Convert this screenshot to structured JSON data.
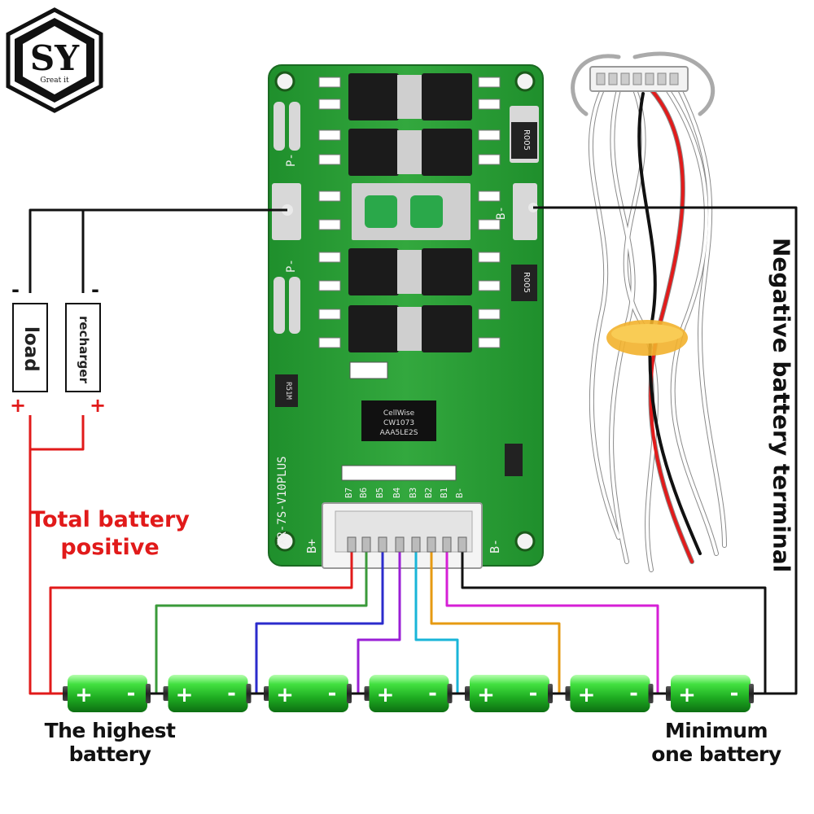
{
  "logo": {
    "monogram": "SY",
    "tagline": "Great it"
  },
  "labels": {
    "load": "load",
    "recharger": "recharger",
    "minus": "-",
    "plus": "+",
    "total_positive_line1": "Total battery",
    "total_positive_line2": "positive",
    "negative_terminal": "Negative battery terminal",
    "highest_line1": "The highest",
    "highest_line2": "battery",
    "minimum_line1": "Minimum",
    "minimum_line2": "one battery"
  },
  "board": {
    "model": "XR-7S-V10PLUS",
    "chip_brand": "CellWise",
    "chip_part": "CW1073",
    "chip_code": "AAA5LE2S",
    "p_minus": "P-",
    "b_minus": "B-",
    "b_plus": "B+",
    "resistor_marking": "R005",
    "resistor_marking_2": "R005",
    "mosfet_marking": "R51M",
    "pins": [
      "B7",
      "B6",
      "B5",
      "B4",
      "B3",
      "B2",
      "B1",
      "B-"
    ]
  },
  "batteries": {
    "count": 7,
    "cell_plus": "+",
    "cell_minus": "-"
  },
  "colors": {
    "total_positive": "#e11a1a",
    "negative": "#111111",
    "b6": "#3a9a3a",
    "b5": "#2b2bcc",
    "b4": "#9a1fd6",
    "b3": "#19b5d8",
    "b2": "#e69a12",
    "b1": "#d61fd6",
    "pcb": "#2f9f3a",
    "battery": "#39d03a"
  }
}
